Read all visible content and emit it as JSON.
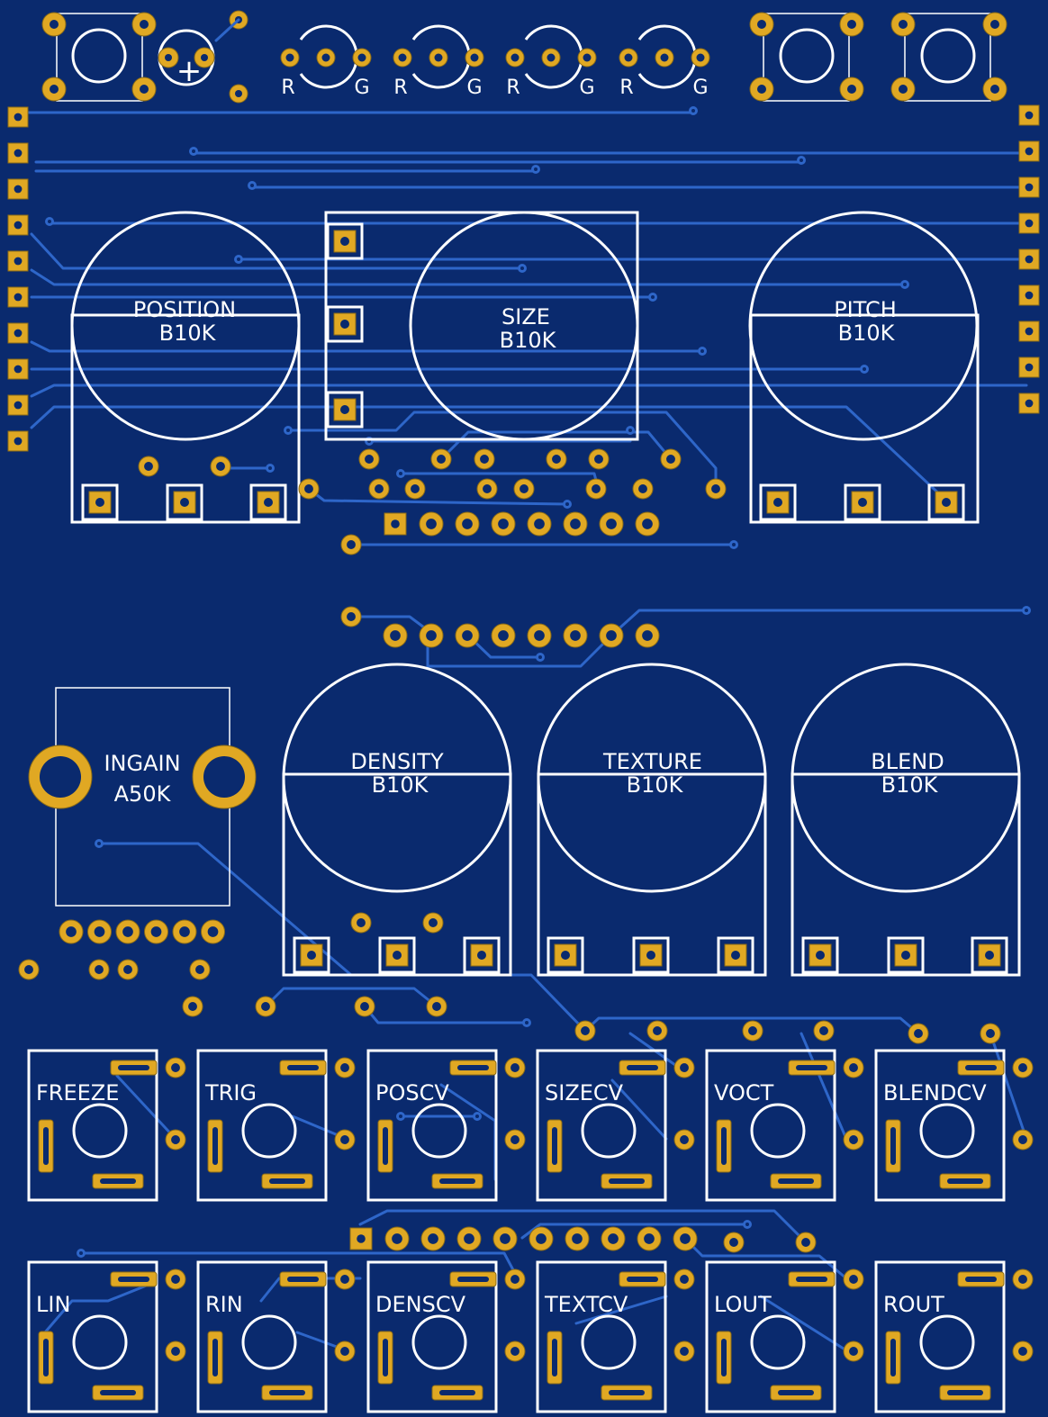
{
  "colors": {
    "board": "#0a2a6e",
    "copper_pad": "#e0a823",
    "trace": "#2e66c9",
    "silkscreen": "#ffffff"
  },
  "led_pins": [
    "R",
    "G",
    "R",
    "G",
    "R",
    "G",
    "R",
    "G"
  ],
  "polarity_mark": "+",
  "pots_top": [
    {
      "name": "POSITION",
      "value": "B10K"
    },
    {
      "name": "SIZE",
      "value": "B10K"
    },
    {
      "name": "PITCH",
      "value": "B10K"
    }
  ],
  "pots_mid": [
    {
      "name": "DENSITY",
      "value": "B10K"
    },
    {
      "name": "TEXTURE",
      "value": "B10K"
    },
    {
      "name": "BLEND",
      "value": "B10K"
    }
  ],
  "ingain": {
    "name": "INGAIN",
    "value": "A50K"
  },
  "jacks_row1": [
    "FREEZE",
    "TRIG",
    "POSCV",
    "SIZECV",
    "VOCT",
    "BLENDCV"
  ],
  "jacks_row2": [
    "LIN",
    "RIN",
    "DENSCV",
    "TEXTCV",
    "LOUT",
    "ROUT"
  ]
}
